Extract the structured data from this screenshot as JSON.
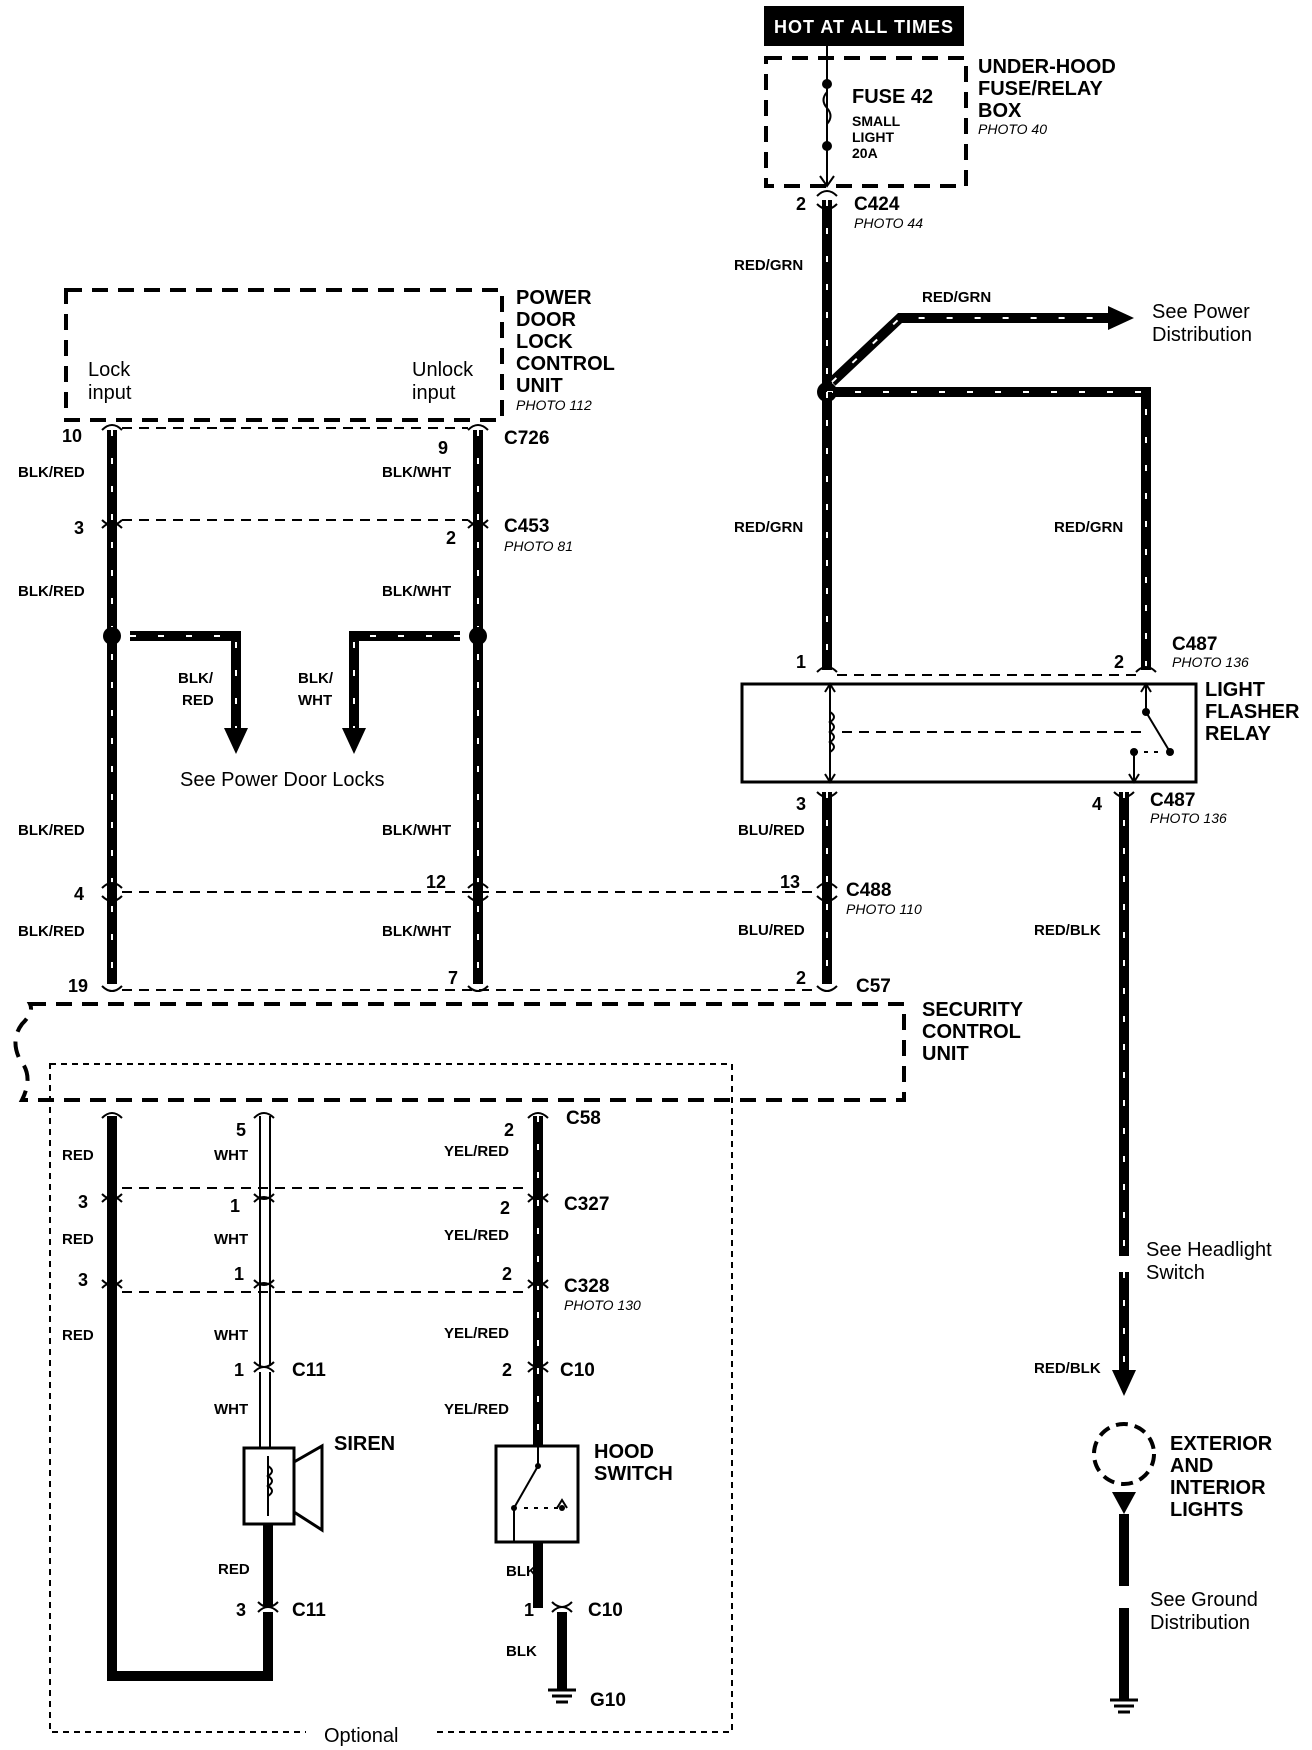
{
  "header": {
    "hot_label": "HOT AT ALL TIMES"
  },
  "fuse_box": {
    "title_lines": [
      "UNDER-HOOD",
      "FUSE/RELAY",
      "BOX"
    ],
    "photo": "PHOTO 40",
    "fuse_name": "FUSE 42",
    "fuse_desc_lines": [
      "SMALL",
      "LIGHT",
      "20A"
    ]
  },
  "c424": {
    "name": "C424",
    "photo": "PHOTO 44",
    "pin": "2"
  },
  "wires": {
    "red_grn": "RED/GRN",
    "blk_red": "BLK/RED",
    "blk_wht": "BLK/WHT",
    "blu_red": "BLU/RED",
    "red_blk": "RED/BLK",
    "red": "RED",
    "wht": "WHT",
    "yel_red": "YEL/RED",
    "blk": "BLK",
    "blk_split_lines": [
      "BLK/",
      "RED"
    ],
    "blk_wht_split_lines": [
      "BLK/",
      "WHT"
    ]
  },
  "power_dist": {
    "lines": [
      "See Power",
      "Distribution"
    ]
  },
  "pdl_unit": {
    "title_lines": [
      "POWER",
      "DOOR",
      "LOCK",
      "CONTROL",
      "UNIT"
    ],
    "photo": "PHOTO 112",
    "lock_lines": [
      "Lock",
      "input"
    ],
    "unlock_lines": [
      "Unlock",
      "input"
    ]
  },
  "c726": {
    "name": "C726",
    "pin_left": "10",
    "pin_right": "9"
  },
  "c453": {
    "name": "C453",
    "photo": "PHOTO 81",
    "pin_left": "3",
    "pin_right": "2"
  },
  "see_pdl": "See Power Door Locks",
  "c487_top": {
    "name": "C487",
    "photo": "PHOTO 136",
    "pin_left": "1",
    "pin_right": "2"
  },
  "relay": {
    "title_lines": [
      "LIGHT",
      "FLASHER",
      "RELAY"
    ]
  },
  "c487_bottom": {
    "name": "C487",
    "photo": "PHOTO 136",
    "pin_left": "3",
    "pin_right": "4"
  },
  "c488": {
    "name": "C488",
    "photo": "PHOTO 110",
    "pin_a": "4",
    "pin_b": "12",
    "pin_c": "13"
  },
  "c57": {
    "name": "C57",
    "pin_a": "19",
    "pin_b": "7",
    "pin_c": "2"
  },
  "security": {
    "title_lines": [
      "SECURITY",
      "CONTROL",
      "UNIT"
    ]
  },
  "c58": {
    "name": "C58",
    "pin_wht": "5",
    "pin_yel": "2"
  },
  "c327": {
    "name": "C327",
    "pin_red": "3",
    "pin_wht": "1",
    "pin_yel": "2"
  },
  "c328": {
    "name": "C328",
    "photo": "PHOTO 130",
    "pin_red": "3",
    "pin_wht": "1",
    "pin_yel": "2"
  },
  "c11_top": {
    "name": "C11",
    "pin": "1"
  },
  "c10_top": {
    "name": "C10",
    "pin": "2"
  },
  "siren": {
    "label": "SIREN"
  },
  "hood": {
    "title_lines": [
      "HOOD",
      "SWITCH"
    ]
  },
  "c11_bottom": {
    "name": "C11",
    "pin": "3"
  },
  "c10_bottom": {
    "name": "C10",
    "pin": "1"
  },
  "g10": {
    "name": "G10"
  },
  "optional": "Optional",
  "headlight": {
    "lines": [
      "See Headlight",
      "Switch"
    ]
  },
  "lights": {
    "title_lines": [
      "EXTERIOR",
      "AND",
      "INTERIOR",
      "LIGHTS"
    ]
  },
  "ground_dist": {
    "lines": [
      "See Ground",
      "Distribution"
    ]
  }
}
